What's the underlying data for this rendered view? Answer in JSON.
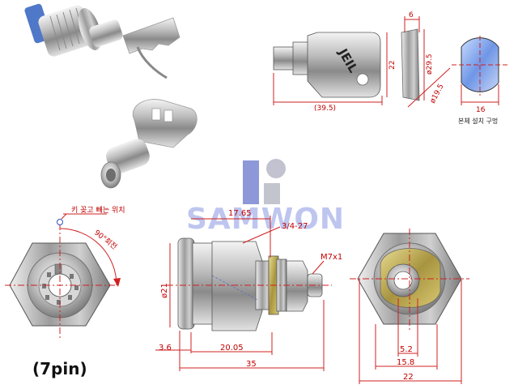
{
  "drawing": {
    "key_view": {
      "brand": "JEIL",
      "dim_top_width": "6",
      "dim_height": "22",
      "dim_diameter": "ø29.5",
      "dim_small_diameter": "ø19.5",
      "dim_length": "(39.5)"
    },
    "cutout": {
      "dim_width": "16",
      "caption": "본체 설치 구멍"
    },
    "front_view": {
      "key_position_note": "키 꽂고 빼는 위치",
      "rotation_note": "90°회전"
    },
    "side_view": {
      "dim_overall": "17.65",
      "dim_thread": "3/4-27",
      "dim_nut": "M7x1",
      "dim_diameter": "ø21",
      "dim_left": "3.6",
      "dim_mid": "20.05",
      "dim_total": "35"
    },
    "back_view": {
      "dim_inner": "5.2",
      "dim_mid": "15.8",
      "dim_outer": "22"
    },
    "pin_label": "(7pin)",
    "watermark": "SAMWON"
  }
}
